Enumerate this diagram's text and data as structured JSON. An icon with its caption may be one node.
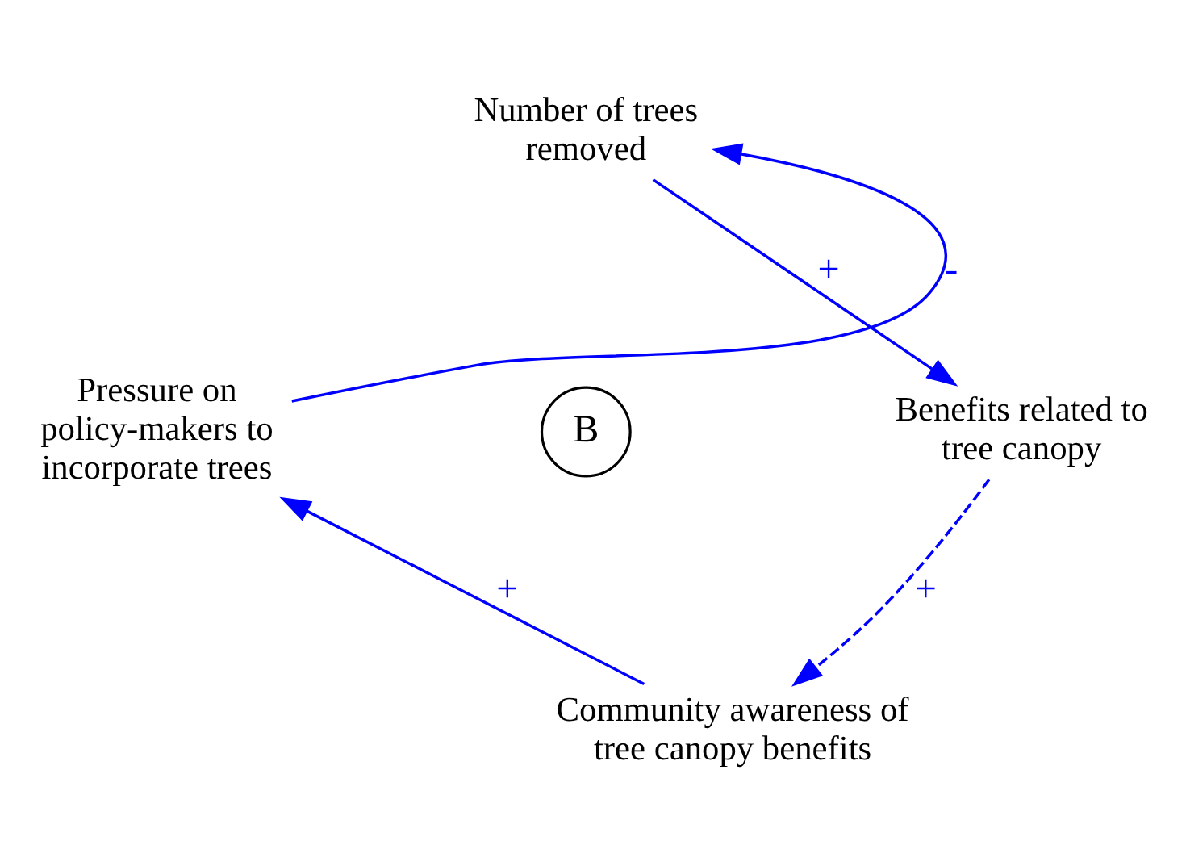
{
  "diagram": {
    "nodes": [
      {
        "text": [
          "Number of trees removed"
        ]
      },
      {
        "text": [
          "Benefits related to tree canopy"
        ]
      },
      {
        "text": [
          "Community awareness of tree canopy benefits"
        ]
      },
      {
        "text": [
          "Pressure on policy-makers to incorporate trees"
        ]
      }
    ],
    "edges": [
      {
        "from": 0,
        "to": 1,
        "arrow": "to",
        "label": "+"
      },
      {
        "from": 1,
        "to": 2,
        "arrow": "to",
        "label": "+",
        "style": "dashed"
      },
      {
        "from": 2,
        "to": 3,
        "arrow": "to",
        "label": "+"
      },
      {
        "from": 3,
        "to": 0,
        "arrow": "to",
        "label": "-"
      }
    ],
    "labels": [
      "B"
    ]
  }
}
